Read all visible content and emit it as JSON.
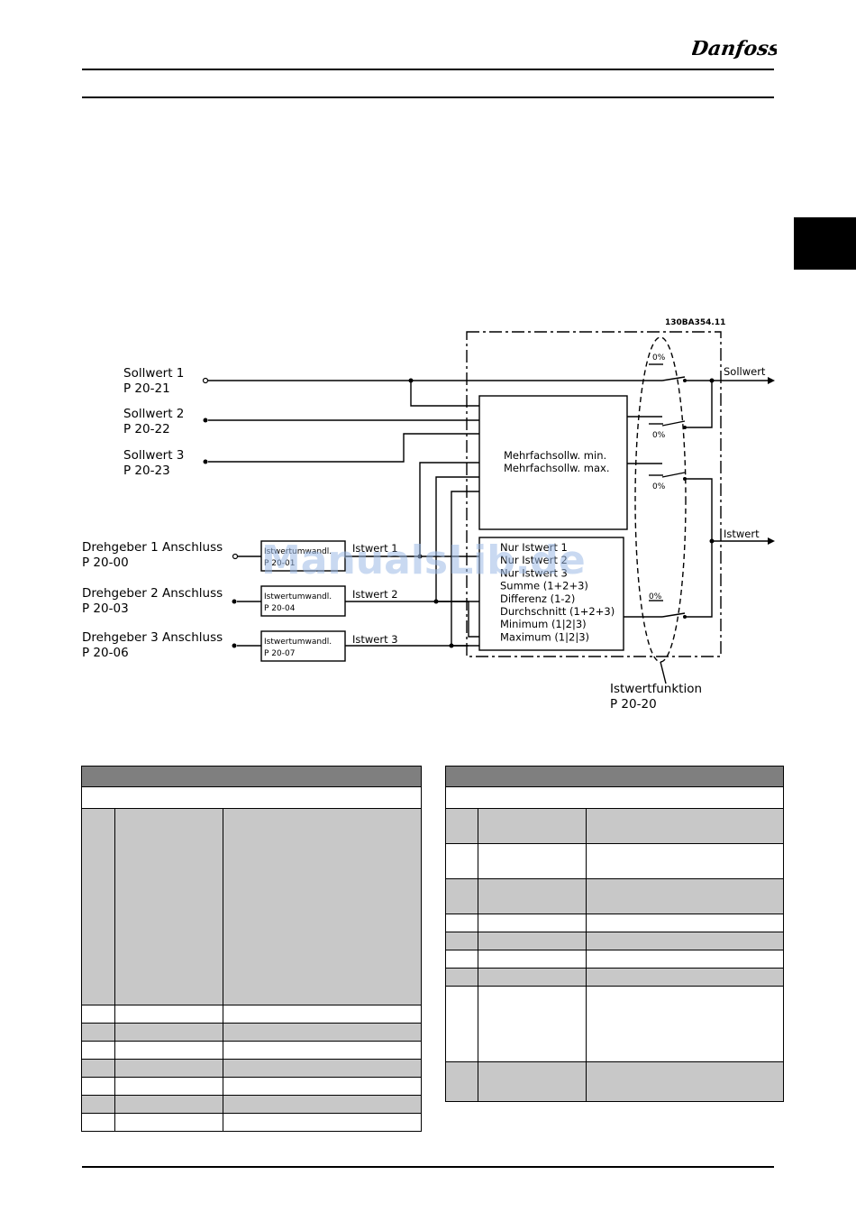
{
  "header": {
    "logo_text": "Danfoss"
  },
  "diagram": {
    "code": "130BA354.11",
    "inputs": {
      "sollwert1": {
        "name": "Sollwert 1",
        "param": "P 20-21"
      },
      "sollwert2": {
        "name": "Sollwert 2",
        "param": "P 20-22"
      },
      "sollwert3": {
        "name": "Sollwert 3",
        "param": "P 20-23"
      },
      "drehgeber1": {
        "name": "Drehgeber 1 Anschluss",
        "param": "P 20-00"
      },
      "drehgeber2": {
        "name": "Drehgeber 2 Anschluss",
        "param": "P 20-03"
      },
      "drehgeber3": {
        "name": "Drehgeber 3 Anschluss",
        "param": "P 20-06"
      }
    },
    "converters": {
      "c1": {
        "name": "Istwertumwandl.",
        "param": "P 20-01"
      },
      "c2": {
        "name": "Istwertumwandl.",
        "param": "P 20-04"
      },
      "c3": {
        "name": "Istwertumwandl.",
        "param": "P 20-07"
      }
    },
    "feedback_labels": {
      "f1": "Istwert 1",
      "f2": "Istwert 2",
      "f3": "Istwert 3"
    },
    "multi_setpoint": {
      "line1": "Mehrfachsollw. min.",
      "line2": "Mehrfachsollw. max."
    },
    "function_list": [
      "Nur Istwert 1",
      "Nur Istwert 2",
      "Nur Istwert 3",
      "Summe (1+2+3)",
      "Differenz (1-2)",
      "Durchschnitt (1+2+3)",
      "Minimum (1|2|3)",
      "Maximum (1|2|3)"
    ],
    "switch_labels": {
      "s1": "0%",
      "s2": "0%",
      "s3": "0%",
      "s4": "0%"
    },
    "outputs": {
      "sollwert": "Sollwert",
      "istwert": "Istwert"
    },
    "function_selector": {
      "name": "Istwertfunktion",
      "param": "P 20-20"
    }
  },
  "watermark": "ManualsLib.de",
  "tables": {
    "left": {
      "rows": [
        "white",
        "gray",
        "white",
        "gray",
        "white",
        "gray",
        "white"
      ]
    },
    "right": {
      "rows": [
        "white",
        "gray",
        "white",
        "gray",
        "white",
        "gray",
        "white",
        "gray"
      ]
    }
  }
}
